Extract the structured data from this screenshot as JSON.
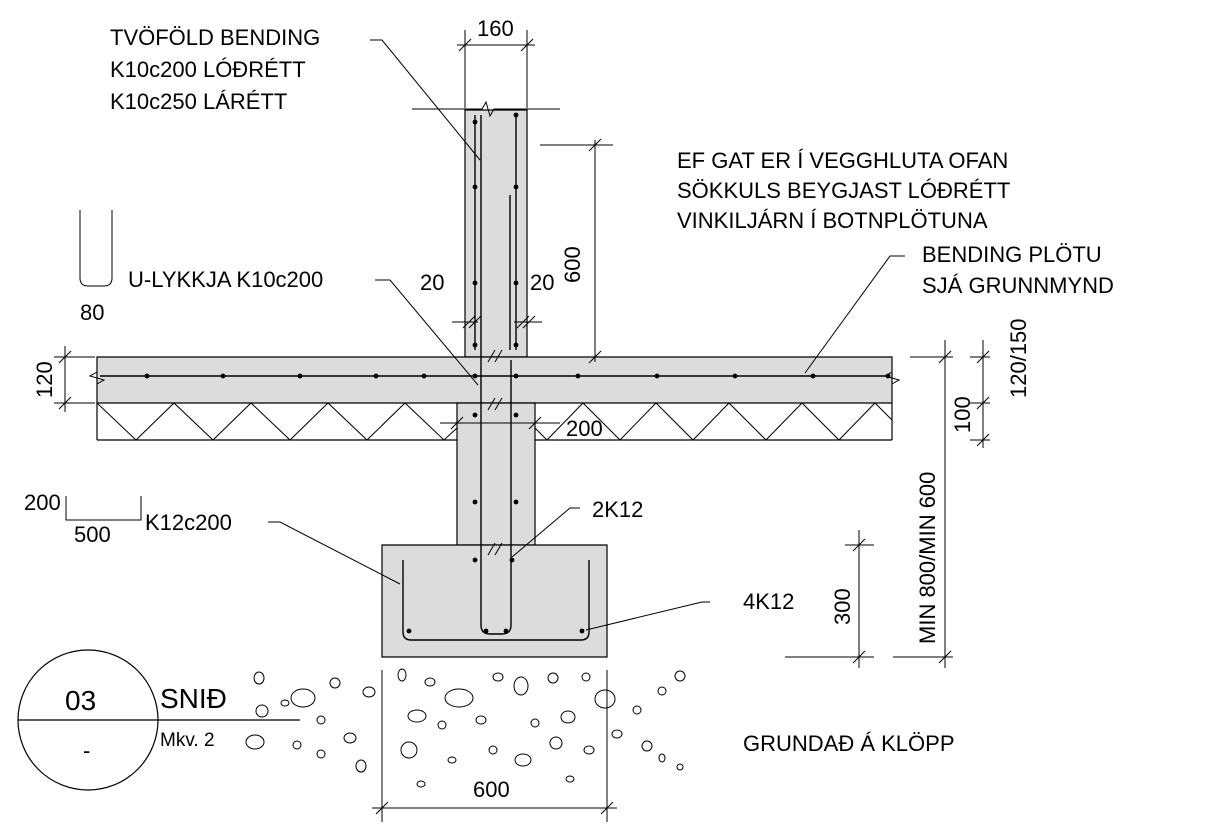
{
  "labels": {
    "wall_reinf_1": "TVÖFÖLD BENDING",
    "wall_reinf_2": "K10c200 LÓÐRÉTT",
    "wall_reinf_3": "K10c250 LÁRÉTT",
    "note_1": "EF GAT ER Í VEGGHLUTA OFAN",
    "note_2": "SÖKKULS BEYGJAST LÓÐRÉTT",
    "note_3": "VINKILJÁRN Í BOTNPLÖTUNA",
    "slab_reinf_1": "BENDING PLÖTU",
    "slab_reinf_2": "SJÁ GRUNNMYND",
    "u_loop": "U-LYKKJA K10c200",
    "footing_stirrup": "K12c200",
    "top_bars": "2K12",
    "bottom_bars": "4K12",
    "foundation": "GRUNDAÐ Á KLÖPP"
  },
  "dimensions": {
    "wall_width": "160",
    "wall_lap": "600",
    "cover_left": "20",
    "cover_right": "20",
    "u_loop_width": "80",
    "slab_thickness": "120",
    "slab_thickness_right": "120/150",
    "insulation": "100",
    "stem_width": "200",
    "depth": "MIN 800/MIN 600",
    "stirrup_h": "200",
    "stirrup_w": "500",
    "footing_h": "300",
    "footing_w": "600"
  },
  "title_block": {
    "number": "03",
    "sub": "-",
    "title": "SNIÐ",
    "scale": "Mkv. 2"
  }
}
